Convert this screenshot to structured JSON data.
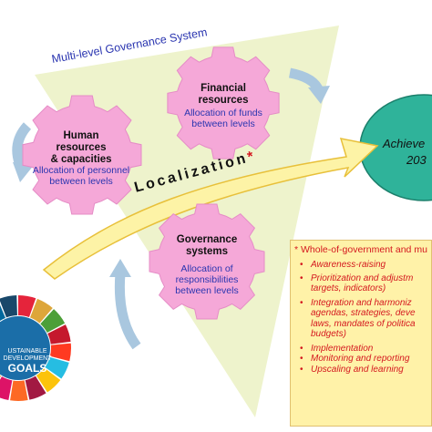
{
  "system_label": "Multi-level Governance System",
  "gears": {
    "human": {
      "title": "Human resources & capacities",
      "title_l1": "Human",
      "title_l2": "resources",
      "title_l3": "& capacities",
      "subtitle_l1": "Allocation of personnel",
      "subtitle_l2": "between levels"
    },
    "financial": {
      "title_l1": "Financial",
      "title_l2": "resources",
      "subtitle_l1": "Allocation of funds",
      "subtitle_l2": "between levels"
    },
    "governance": {
      "title_l1": "Governance",
      "title_l2": "systems",
      "subtitle_l1": "Allocation of",
      "subtitle_l2": "responsibilities",
      "subtitle_l3": "between levels"
    }
  },
  "localization": {
    "label": "Localization",
    "star": "*"
  },
  "goal": {
    "line1": "Achieve",
    "line2": "203"
  },
  "whole_of_government": {
    "header": "* Whole-of-government and mu",
    "items": [
      "Awareness-raising",
      "Prioritization and adjustm",
      "targets, indicators)",
      "Integration and harmoniz",
      "agendas, strategies, deve",
      "laws, mandates of politica",
      "budgets)",
      "Implementation",
      "Monitoring and reporting",
      "Upscaling and learning"
    ],
    "bullets": [
      true,
      true,
      false,
      true,
      false,
      false,
      false,
      true,
      true,
      true
    ]
  },
  "sdg": {
    "line1": "USTAINABLE",
    "line2": "DEVELOPMENT",
    "line3": "GOALS"
  },
  "colors": {
    "triangle": "#eef3cc",
    "gear": "#f5a8d8",
    "arrow_fill": "#fdf3a6",
    "arrow_stroke": "#e8c03a",
    "ellipse": "#2fb39a",
    "cycle_arrow": "#a9c7df",
    "text_blue": "#2a35b0",
    "text_red": "#d4181f",
    "box_fill": "#fff2a8"
  }
}
